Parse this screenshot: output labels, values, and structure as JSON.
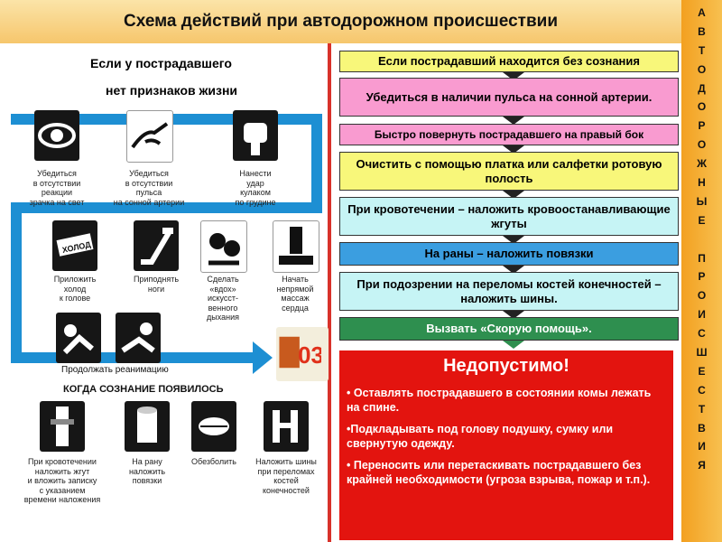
{
  "header": {
    "title": "Схема действий при автодорожном происшествии"
  },
  "side": {
    "letters": [
      "А",
      "В",
      "Т",
      "О",
      "Д",
      "О",
      "Р",
      "О",
      "Ж",
      "Н",
      "Ы",
      "Е",
      "",
      "П",
      "Р",
      "О",
      "И",
      "С",
      "Ш",
      "Е",
      "С",
      "Т",
      "В",
      "И",
      "Я"
    ]
  },
  "left": {
    "subtitle_line1": "Если у пострадавшего",
    "subtitle_line2": "нет признаков жизни",
    "row1": [
      {
        "caption": "Убедиться\nв отсутствии\nреакции\nзрачка на свет",
        "icon": "eye-icon"
      },
      {
        "caption": "Убедиться\nв отсутствии\nпульса\nна сонной артерии",
        "icon": "pulse-check-icon"
      },
      {
        "caption": "Нанести\nудар\nкулаком\nпо грудине",
        "icon": "fist-icon"
      }
    ],
    "row2": [
      {
        "caption": "Приложить\nхолод\nк голове",
        "icon": "cold-pack-icon",
        "label": "ХОЛОД"
      },
      {
        "caption": "Приподнять\nноги",
        "icon": "raise-legs-icon"
      },
      {
        "caption": "Сделать\n«вдох»\nискусст-\nвенного\nдыхания",
        "icon": "rescue-breath-icon"
      },
      {
        "caption": "Начать\nнепрямой\nмассаж\nсердца",
        "icon": "chest-compression-icon"
      }
    ],
    "row3_caption": "Продолжать реанимацию",
    "ambulance_label": "03",
    "when_conscious": "КОГДА СОЗНАНИЕ ПОЯВИЛОСЬ",
    "row4": [
      {
        "caption": "При кровотечении\nналожить жгут\nи вложить записку\nс указанием\nвремени наложения",
        "icon": "tourniquet-icon"
      },
      {
        "caption": "На рану\nналожить\nповязки",
        "icon": "bandage-icon"
      },
      {
        "caption": "Обезболить",
        "icon": "pill-icon"
      },
      {
        "caption": "Наложить шины\nпри переломах\nкостей\nконечностей",
        "icon": "splint-icon"
      }
    ]
  },
  "steps": [
    {
      "text": "Если пострадавший находится без сознания",
      "color": "#f8f77a"
    },
    {
      "text": "Убедиться в наличии пульса на сонной артерии.",
      "color": "#f99bd0"
    },
    {
      "text": "Быстро повернуть пострадавшего на правый бок",
      "color": "#f99bd0"
    },
    {
      "text": "Очистить с помощью платка или салфетки ротовую полость",
      "color": "#f8f77a"
    },
    {
      "text": "При кровотечении – наложить кровоостанавливающие жгуты",
      "color": "#c6f4f5"
    },
    {
      "text": "На раны – наложить повязки",
      "color": "#3b9ee0"
    },
    {
      "text": "При подозрении на переломы костей конечностей – наложить шины.",
      "color": "#c6f4f5"
    },
    {
      "text": "Вызвать «Скорую помощь».",
      "color": "#2e8f4f"
    }
  ],
  "warning": {
    "title": "Недопустимо!",
    "items": [
      "• Оставлять пострадавшего в состоянии комы лежать на спине.",
      "•Подкладывать под голову подушку, сумку или свернутую одежду.",
      "• Переносить или перетаскивать пострадавшего без крайней необходимости (угроза взрыва, пожар и т.п.)."
    ]
  },
  "colors": {
    "accent_blue": "#1d8fd3",
    "header": "#f6c66c",
    "side": "#f3a020",
    "warning": "#e3140f"
  }
}
